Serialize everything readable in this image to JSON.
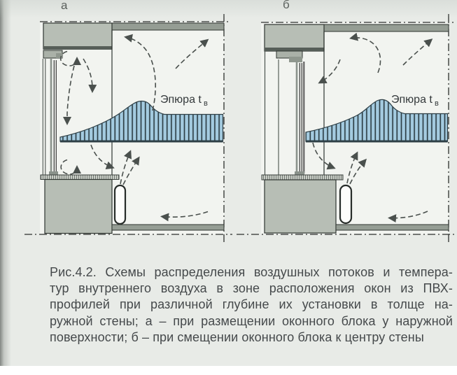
{
  "figure": {
    "panel_a_label": "а",
    "panel_b_label": "б",
    "epure_label": "Эпюра t",
    "epure_label_subscript": "в"
  },
  "caption": {
    "lines": [
      "Рис.4.2.  Схемы распределения воздушных потоков и темпера-",
      "тур внутреннего воздуха в зоне расположения окон из ПВХ-",
      "профилей при различной глубине их установки в толще на-",
      "ружной стены; а – при размещении оконного блока у наружной",
      "поверхности; б – при смещении оконного блока к центру стены"
    ]
  },
  "colors": {
    "page_background": "#e8ebe7",
    "room_background": "#f2f4f0",
    "wall_light": "#b7beb5",
    "wall_dark": "#959d94",
    "lintel_band": "#565e58",
    "step_fill": "#aab1a8",
    "epure_fill": "#a4cbe0",
    "epure_hatch": "#2e3f46",
    "outline": "#2f3531",
    "arrow": "#4a504d",
    "radiator_fill": "#fdfdfb",
    "sill_base": "#c8cdc6",
    "caption_text": "#45494b"
  }
}
